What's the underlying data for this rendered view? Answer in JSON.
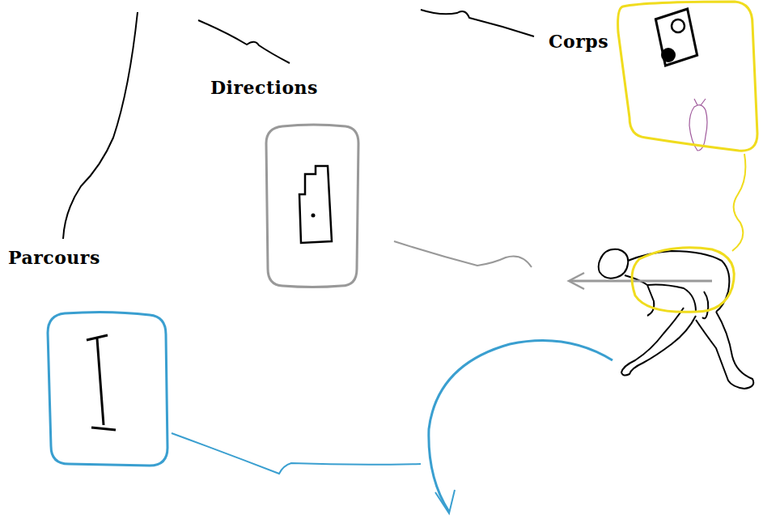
{
  "diagram": {
    "nodes": [
      {
        "text": [
          "Corps"
        ]
      },
      {
        "text": [
          "Directions"
        ]
      },
      {
        "text": [
          "Parcours"
        ]
      }
    ]
  }
}
